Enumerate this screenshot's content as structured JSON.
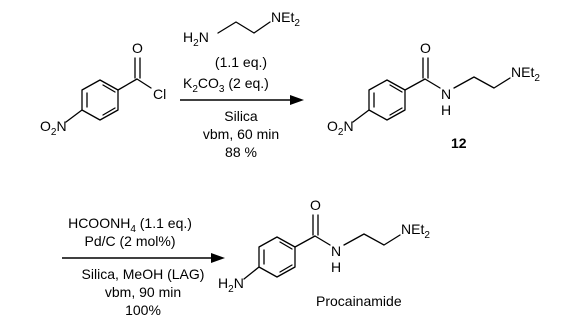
{
  "scheme": {
    "structures": {
      "acyl_chloride": {
        "carbonyl_o": "O",
        "cl": "Cl",
        "nitro": "O",
        "nitro_sub": "2",
        "nitro_n": "N"
      },
      "diamine": {
        "h2": "H",
        "h2_sub": "2",
        "h2_n": "N",
        "net": "NEt",
        "net_sub": "2"
      },
      "product_12": {
        "carbonyl_o": "O",
        "nh_n": "N",
        "nh_h": "H",
        "net": "NEt",
        "net_sub": "2",
        "nitro": "O",
        "nitro_sub": "2",
        "nitro_n": "N",
        "compound_number": "12"
      },
      "procainamide": {
        "carbonyl_o": "O",
        "nh_n": "N",
        "nh_h": "H",
        "net": "NEt",
        "net_sub": "2",
        "amine": "H",
        "amine_sub": "2",
        "amine_n": "N",
        "name": "Procainamide"
      }
    },
    "step1": {
      "above": {
        "eq": "(1.1 eq.)",
        "base": "K",
        "base_sub1": "2",
        "base_mid": "CO",
        "base_sub2": "3",
        "base_tail": " (2 eq.)"
      },
      "below": [
        "Silica",
        "vbm, 60 min",
        "88 %"
      ]
    },
    "step2": {
      "above": {
        "reagent": "HCOONH",
        "reagent_sub": "4",
        "reagent_tail": " (1.1 eq.)",
        "catalyst": "Pd/C (2 mol%)"
      },
      "below": [
        "Silica, MeOH (LAG)",
        "vbm, 90 min",
        "100%"
      ]
    }
  }
}
